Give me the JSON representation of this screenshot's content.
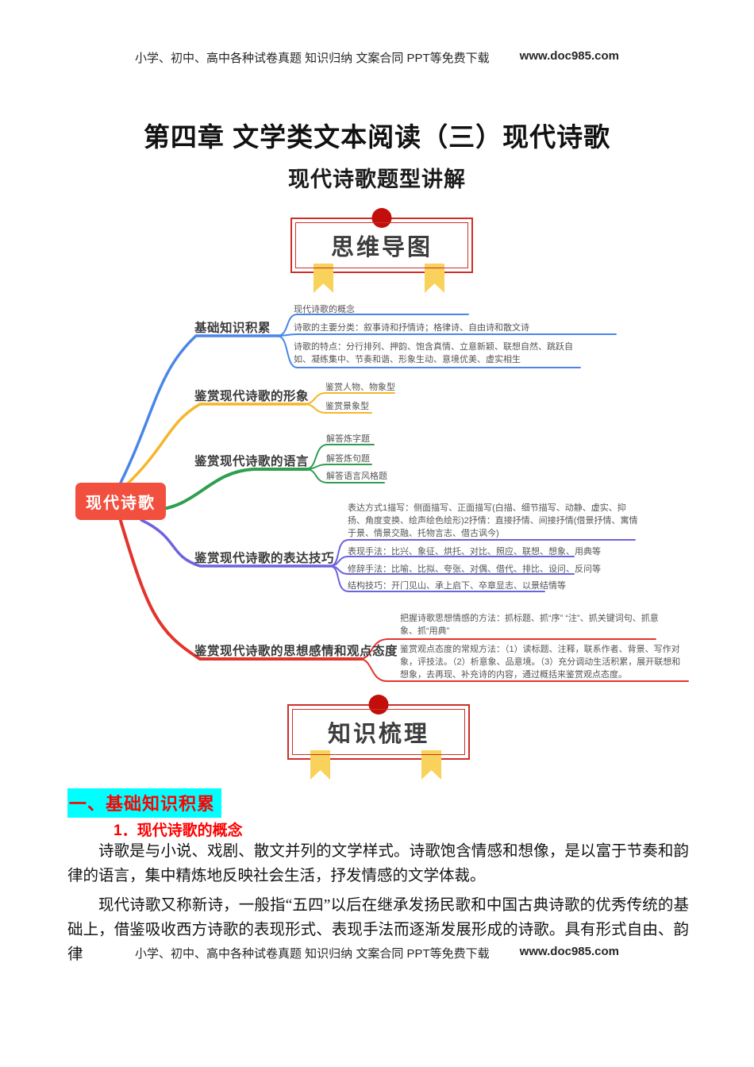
{
  "header": {
    "promo": "小学、初中、高中各种试卷真题  知识归纳  文案合同  PPT等免费下载",
    "site": "www.doc985.com"
  },
  "doc": {
    "title": "第四章 文学类文本阅读（三）现代诗歌",
    "subtitle": "现代诗歌题型讲解"
  },
  "banners": {
    "mindmap": "思维导图",
    "knowledge": "知识梳理"
  },
  "mindmap": {
    "root": "现代诗歌",
    "branches": [
      {
        "label": "基础知识积累",
        "color": "#4a86e8",
        "items": [
          "现代诗歌的概念",
          "诗歌的主要分类：叙事诗和抒情诗；格律诗、自由诗和散文诗",
          "诗歌的特点：分行排列、押韵、饱含真情、立意新颖、联想自然、跳跃自如、凝练集中、节奏和谐、形象生动、意境优美、虚实相生"
        ]
      },
      {
        "label": "鉴赏现代诗歌的形象",
        "color": "#f6b52a",
        "items": [
          "鉴赏人物、物象型",
          "鉴赏景象型"
        ]
      },
      {
        "label": "鉴赏现代诗歌的语言",
        "color": "#2f9e50",
        "items": [
          "解答炼字题",
          "解答炼句题",
          "解答语言风格题"
        ]
      },
      {
        "label": "鉴赏现代诗歌的表达技巧",
        "color": "#6c63e0",
        "items": [
          "表达方式1描写：侧面描写、正面描写(白描、细节描写、动静、虚实、抑扬、角度变换、绘声绘色绘形)2抒情：直接抒情、间接抒情(借景抒情、寓情于景、情景交融、托物言志、借古讽今)",
          "表现手法：比兴、象征、烘托、对比、照应、联想、想象、用典等",
          "修辞手法：比喻、比拟、夸张、对偶、借代、排比、设问、反问等",
          "结构技巧：开门见山、承上启下、卒章显志、以景结情等"
        ]
      },
      {
        "label": "鉴赏现代诗歌的思想感情和观点态度",
        "color": "#e3342b",
        "items": [
          "把握诗歌思想情感的方法：抓标题、抓“序” “注”、抓关键词句、抓意象、抓“用典”",
          "鉴赏观点态度的常规方法：（1）读标题、注释，联系作者、背景、写作对象，评技法。（2）析意象、品意境。（3）充分调动生活积累，展开联想和想象，去再现、补充诗的内容，通过概括来鉴赏观点态度。"
        ]
      }
    ]
  },
  "content": {
    "section_heading": "一、基础知识积累",
    "sub_heading": "1．现代诗歌的概念",
    "paragraphs": [
      "诗歌是与小说、戏剧、散文并列的文学样式。诗歌饱含情感和想像，是以富于节奏和韵律的语言，集中精炼地反映社会生活，抒发情感的文学体裁。",
      "现代诗歌又称新诗，一般指“五四”以后在继承发扬民歌和中国古典诗歌的优秀传统的基础上，借鉴吸收西方诗歌的表现形式、表现手法而逐渐发展形成的诗歌。具有形式自由、韵律"
    ]
  },
  "footer": {
    "promo": "小学、初中、高中各种试卷真题  知识归纳  文案合同  PPT等免费下载",
    "site": "www.doc985.com"
  }
}
